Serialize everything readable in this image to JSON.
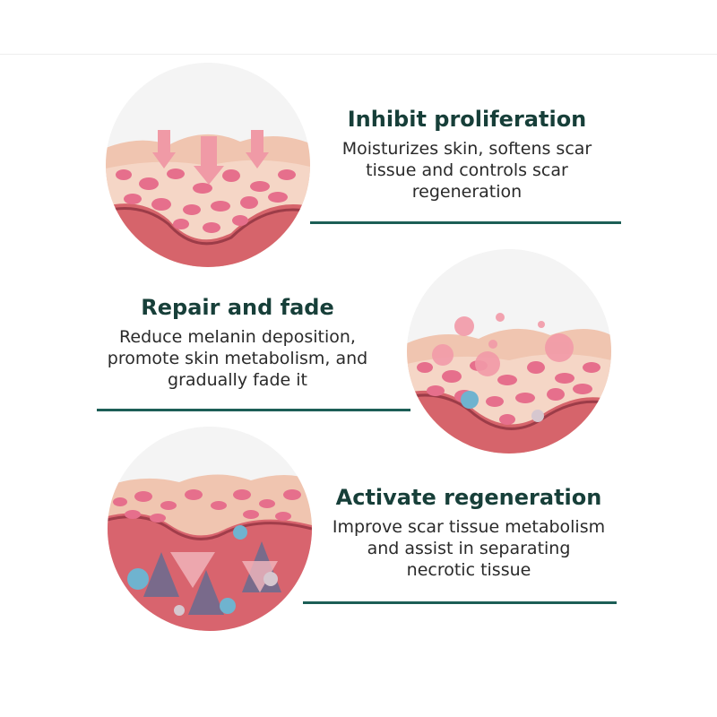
{
  "features": [
    {
      "title": "Inhibit proliferation",
      "lines": [
        "Moisturizes skin, softens scar",
        "tissue and controls scar",
        "regeneration"
      ],
      "illustration": "skin-layer-arrows-down-icon"
    },
    {
      "title": "Repair and fade",
      "lines": [
        "Reduce melanin deposition,",
        "promote skin metabolism, and",
        "gradually fade it"
      ],
      "illustration": "skin-layer-bubbles-icon"
    },
    {
      "title": "Activate regeneration",
      "lines": [
        "Improve scar tissue metabolism",
        "and assist in separating",
        "necrotic tissue"
      ],
      "illustration": "skin-layer-regeneration-icon"
    }
  ],
  "colors": {
    "title": "#173f39",
    "rule": "#1c5e56",
    "skin": "#f2c9b4",
    "cell": "#e8708e",
    "dermis": "#d9646d",
    "background": "#ffffff"
  }
}
